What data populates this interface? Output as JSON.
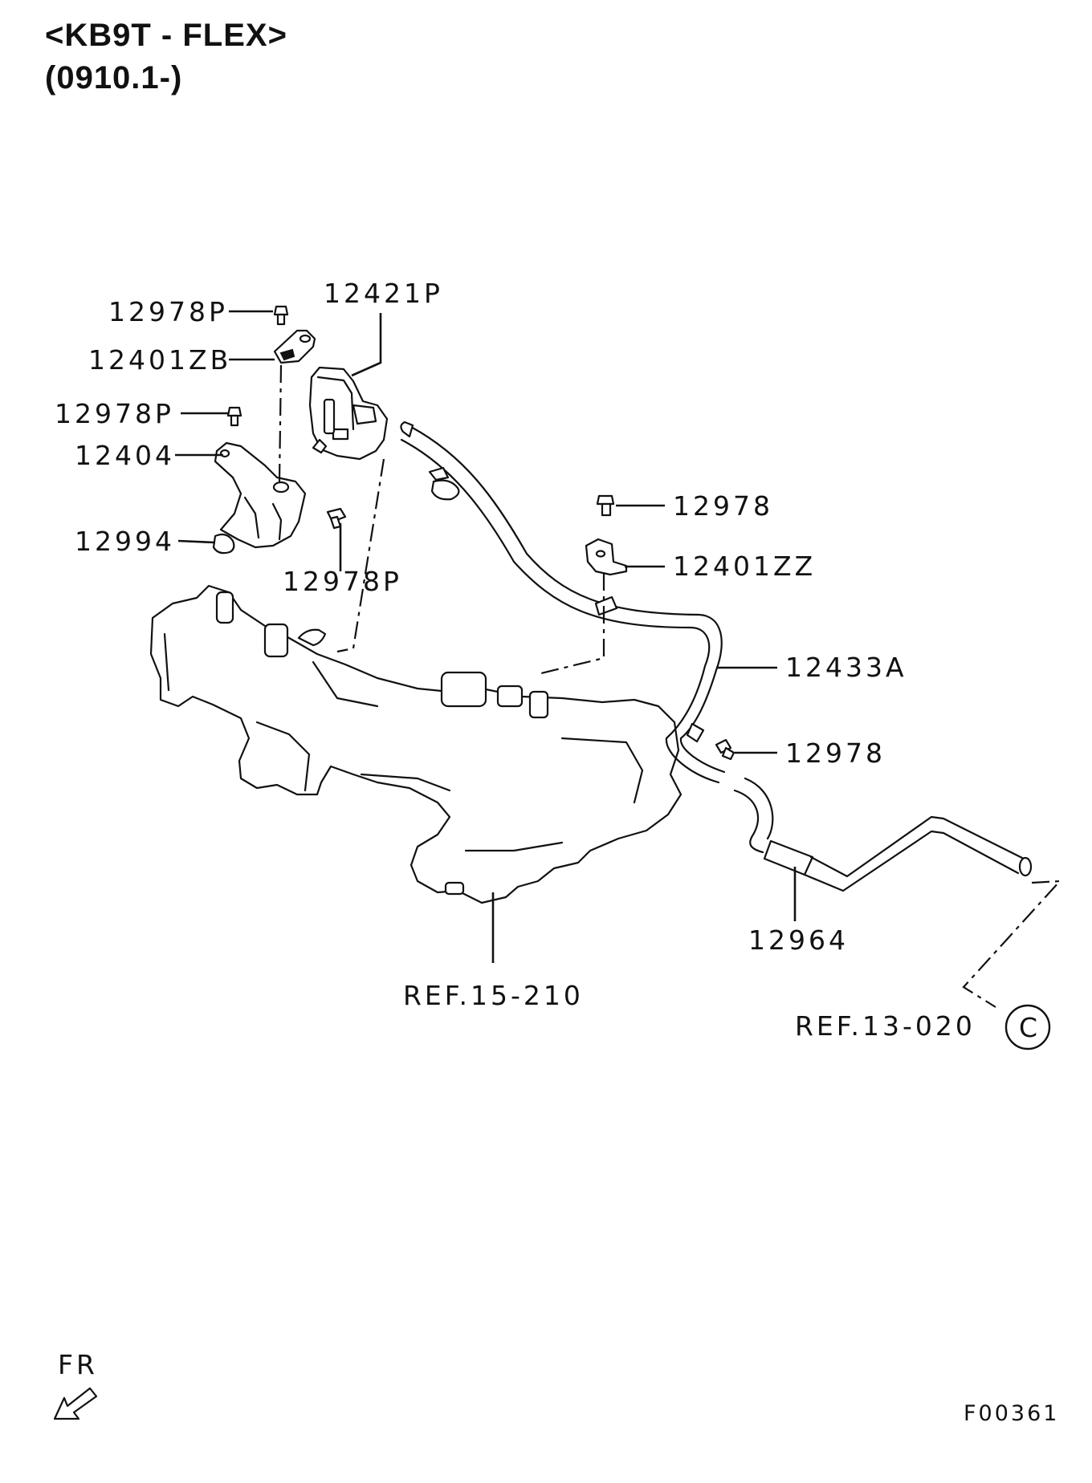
{
  "header": {
    "variant": "<KB9T - FLEX>",
    "date_range": "(0910.1-)"
  },
  "callouts": [
    "12978P",
    "12401ZB",
    "12978P",
    "12404",
    "12994",
    "12978P",
    "12421P",
    "12978",
    "12401ZZ",
    "12433A",
    "12978",
    "12964"
  ],
  "references": {
    "engine": "REF.15-210",
    "hose_end": "REF.13-020",
    "connector_circle": "C"
  },
  "footer": {
    "front_label": "FR",
    "figure_code": "F00361"
  }
}
